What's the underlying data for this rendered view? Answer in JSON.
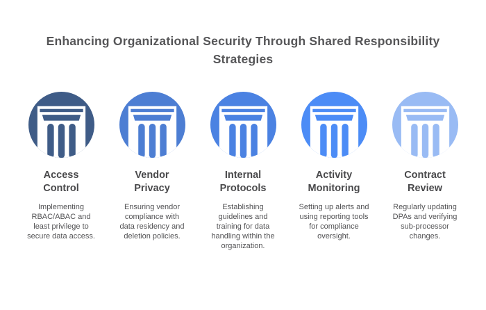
{
  "title": "Enhancing Organizational Security Through Shared Responsibility\nStrategies",
  "cards": [
    {
      "icon": "pillar-icon",
      "color": "#3F5C87",
      "heading": "Access\nControl",
      "description": "Implementing\nRBAC/ABAC and\nleast privilege to\nsecure data access."
    },
    {
      "icon": "pillar-icon",
      "color": "#4D7ED3",
      "heading": "Vendor\nPrivacy",
      "description": "Ensuring vendor\ncompliance with\ndata residency and\ndeletion policies."
    },
    {
      "icon": "pillar-icon",
      "color": "#4B82E2",
      "heading": "Internal\nProtocols",
      "description": "Establishing\nguidelines and\ntraining for data\nhandling within the\norganization."
    },
    {
      "icon": "pillar-icon",
      "color": "#4C8CF6",
      "heading": "Activity\nMonitoring",
      "description": "Setting up alerts and\nusing reporting tools\nfor compliance\noversight."
    },
    {
      "icon": "pillar-icon",
      "color": "#99BBF4",
      "heading": "Contract\nReview",
      "description": "Regularly updating\nDPAs and verifying\nsub-processor\nchanges."
    }
  ]
}
